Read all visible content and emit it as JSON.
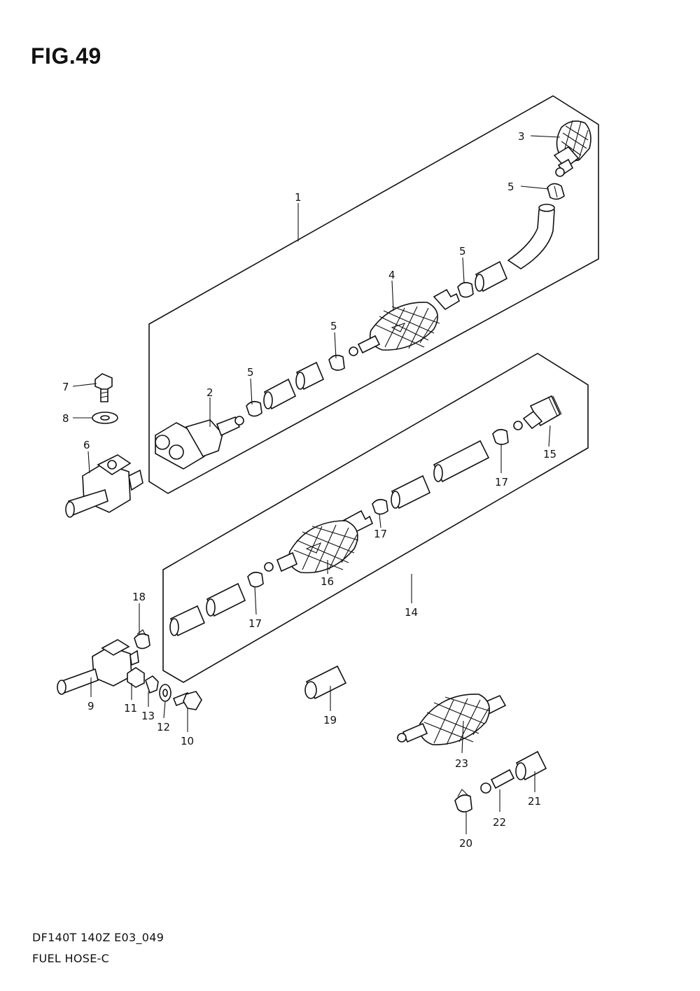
{
  "figure": {
    "title": "FIG.49"
  },
  "footer": {
    "model_code": "DF140T 140Z E03_049",
    "caption": "FUEL HOSE-C"
  },
  "callouts": {
    "c1": "1",
    "c2": "2",
    "c3": "3",
    "c4": "4",
    "c5a": "5",
    "c5b": "5",
    "c5c": "5",
    "c5d": "5",
    "c6": "6",
    "c7": "7",
    "c8": "8",
    "c9": "9",
    "c10": "10",
    "c11": "11",
    "c12": "12",
    "c13": "13",
    "c14": "14",
    "c15": "15",
    "c16": "16",
    "c17a": "17",
    "c17b": "17",
    "c17c": "17",
    "c18": "18",
    "c19": "19",
    "c20": "20",
    "c21": "21",
    "c22": "22",
    "c23": "23"
  }
}
